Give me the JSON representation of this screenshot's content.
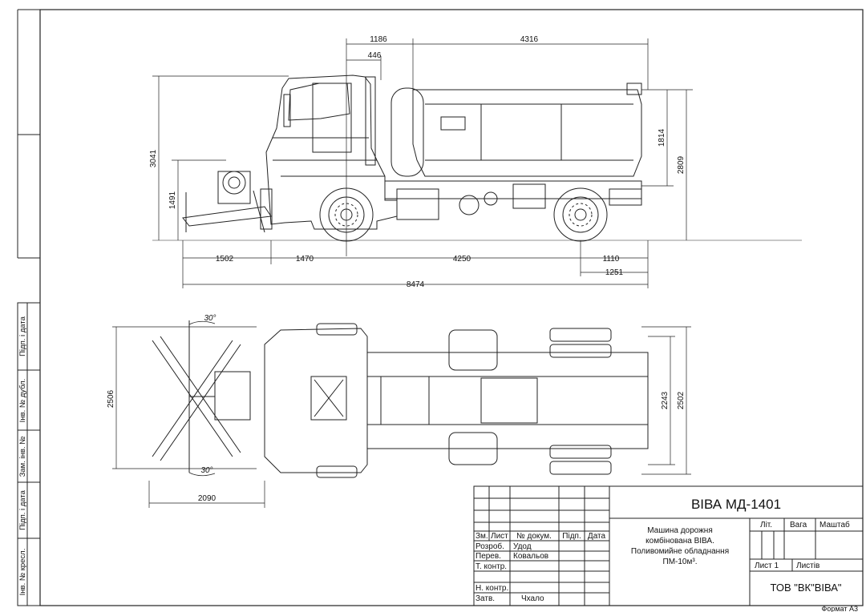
{
  "drawing": {
    "side_view_dims": {
      "d_1186": "1186",
      "d_446": "446",
      "d_4316": "4316",
      "d_3041": "3041",
      "d_1491": "1491",
      "d_1814": "1814",
      "d_2809": "2809",
      "d_1502": "1502",
      "d_1470": "1470",
      "d_4250": "4250",
      "d_1110": "1110",
      "d_1251": "1251",
      "d_8474": "8474"
    },
    "top_view_dims": {
      "d_2506": "2506",
      "d_2243": "2243",
      "d_2502": "2502",
      "d_2090": "2090",
      "angle_top": "30°",
      "angle_bottom": "30°"
    },
    "left_margin_labels": [
      "Підп. і дата",
      "Інв. № дубл.",
      "Зам. інв. №",
      "Підп. і дата",
      "Інв. № кресл."
    ]
  },
  "title_block": {
    "designation": "ВІВА МД-1401",
    "description": [
      "Машина дорожня",
      "комбінована ВІВА.",
      "Поливомийне обладнання",
      "ПМ-10м³."
    ],
    "header": {
      "zm": "Зм.",
      "list": "Лист",
      "doc": "№ докум.",
      "sign": "Підп.",
      "date": "Дата"
    },
    "roles": [
      {
        "role": "Розроб.",
        "name": "Удод"
      },
      {
        "role": "Перев.",
        "name": "Ковальов"
      },
      {
        "role": "Т. контр.",
        "name": ""
      },
      {
        "role": "",
        "name": ""
      },
      {
        "role": "Н. контр.",
        "name": ""
      },
      {
        "role": "Затв.",
        "name": "Чхало"
      }
    ],
    "lit_label": "Літ.",
    "mass_label": "Вага",
    "scale_label": "Маштаб",
    "sheet_label": "Лист 1",
    "sheets_label": "Листів",
    "company": "ТОВ \"ВК\"ВІВА\"",
    "format": "Формат А3"
  }
}
